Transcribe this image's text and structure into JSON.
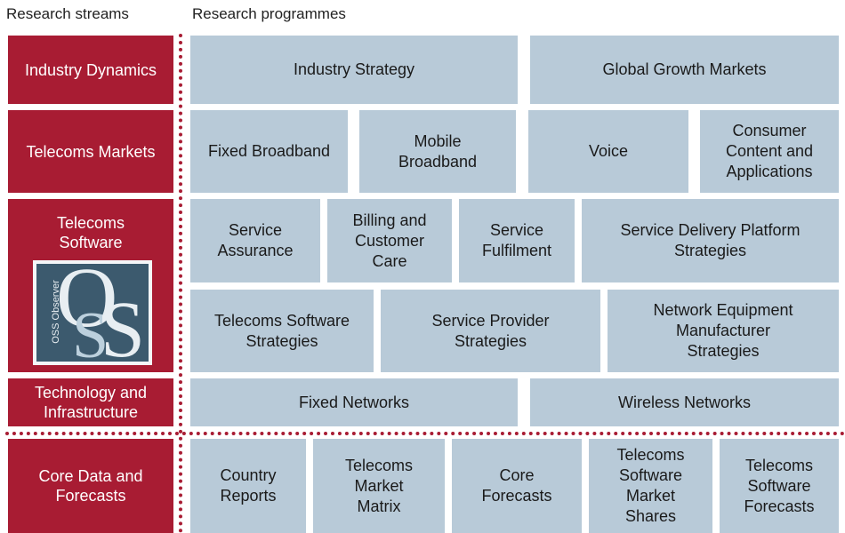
{
  "headers": {
    "streams": "Research streams",
    "programmes": "Research programmes"
  },
  "streams": {
    "industry_dynamics": "Industry Dynamics",
    "telecoms_markets": "Telecoms Markets",
    "telecoms_software": "Telecoms\nSoftware",
    "technology_infrastructure": "Technology and\nInfrastructure",
    "core_data": "Core Data and\nForecasts"
  },
  "logo": {
    "side_text": "OSS Observer",
    "letters": "OSS"
  },
  "programmes": {
    "industry_strategy": "Industry Strategy",
    "global_growth_markets": "Global Growth Markets",
    "fixed_broadband": "Fixed Broadband",
    "mobile_broadband": "Mobile\nBroadband",
    "voice": "Voice",
    "consumer_content": "Consumer\nContent and\nApplications",
    "service_assurance": "Service\nAssurance",
    "billing_customer_care": "Billing and\nCustomer\nCare",
    "service_fulfilment": "Service\nFulfilment",
    "sdp_strategies": "Service Delivery Platform\nStrategies",
    "telecoms_software_strategies": "Telecoms Software\nStrategies",
    "service_provider_strategies": "Service Provider\nStrategies",
    "nem_strategies": "Network Equipment\nManufacturer\nStrategies",
    "fixed_networks": "Fixed Networks",
    "wireless_networks": "Wireless Networks",
    "country_reports": "Country\nReports",
    "telecoms_market_matrix": "Telecoms\nMarket\nMatrix",
    "core_forecasts": "Core\nForecasts",
    "ts_market_shares": "Telecoms\nSoftware\nMarket\nShares",
    "ts_forecasts": "Telecoms\nSoftware\nForecasts"
  }
}
